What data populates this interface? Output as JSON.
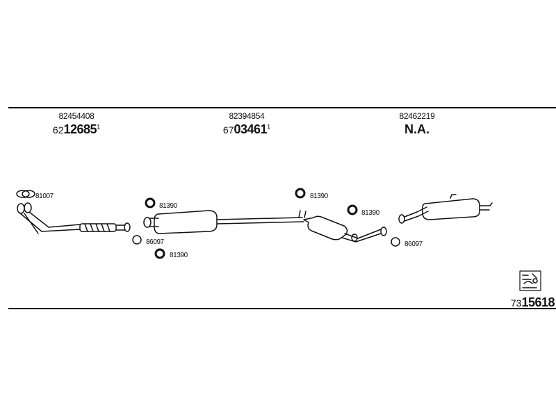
{
  "header": {
    "oe_numbers": [
      "82454408",
      "82394854",
      "82462219"
    ],
    "parts": [
      {
        "prefix": "62",
        "number": "12685",
        "note": "1"
      },
      {
        "prefix": "67",
        "number": "03461",
        "note": "1"
      }
    ],
    "na_label": "N.A."
  },
  "components": {
    "labels": [
      "81007",
      "81390",
      "86097",
      "81390",
      "81390",
      "81390",
      "86097"
    ]
  },
  "kit": {
    "prefix": "73",
    "number": "15618"
  },
  "icons": {
    "clamp": "clamp-icon",
    "gasket": "gasket-ring-icon",
    "kit": "mounting-kit-icon"
  }
}
